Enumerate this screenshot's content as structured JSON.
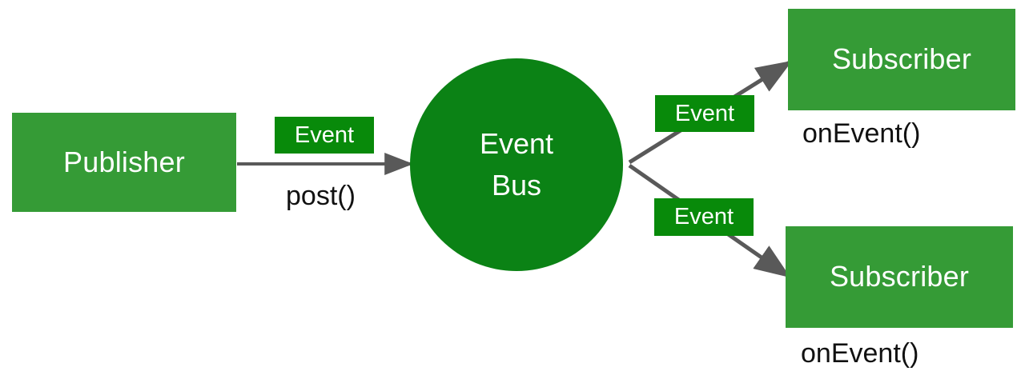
{
  "diagram": {
    "title": "Event Bus publish/subscribe diagram",
    "colors": {
      "node_green": "#359B36",
      "chip_green": "#088A0A",
      "circle_green": "#0B8215",
      "arrow_gray": "#595959",
      "label_black": "#111111",
      "node_text": "#ffffff",
      "background": "#ffffff"
    },
    "nodes": {
      "publisher": {
        "label": "Publisher"
      },
      "event_bus": {
        "label_line1": "Event",
        "label_line2": "Bus"
      },
      "subscriber_top": {
        "label": "Subscriber"
      },
      "subscriber_bottom": {
        "label": "Subscriber"
      }
    },
    "edges": {
      "publisher_to_bus": {
        "chip": "Event",
        "method": "post()"
      },
      "bus_to_subscriber_top": {
        "chip": "Event",
        "method": "onEvent()"
      },
      "bus_to_subscriber_bottom": {
        "chip": "Event",
        "method": "onEvent()"
      }
    }
  }
}
